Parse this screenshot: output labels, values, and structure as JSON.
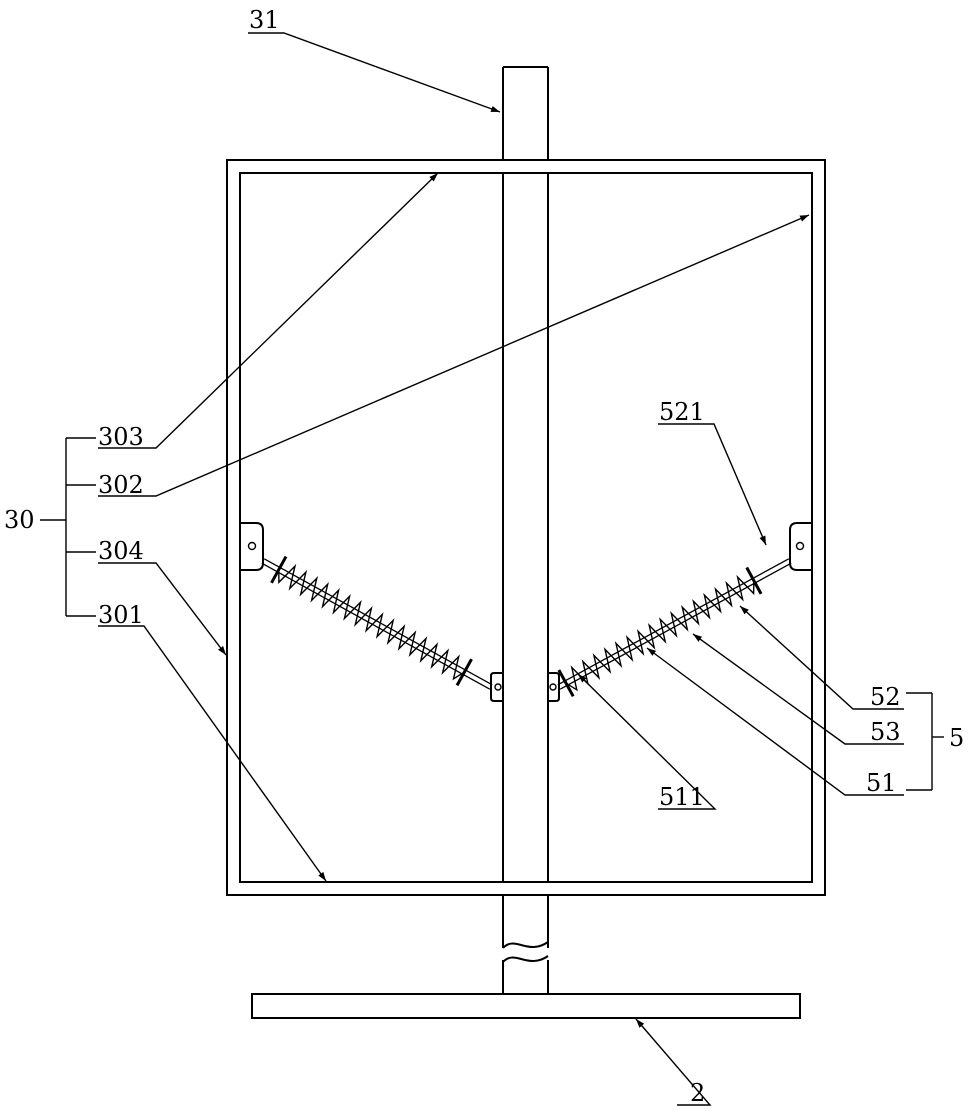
{
  "labels": {
    "shaft": "31",
    "frame_303": "303",
    "frame_302": "302",
    "frame_group": "30",
    "frame_304": "304",
    "frame_301": "301",
    "spring_521": "521",
    "spring_52": "52",
    "spring_53": "53",
    "spring_group": "5",
    "spring_51": "51",
    "spring_511": "511",
    "base": "2"
  },
  "colors": {
    "stroke": "#000000",
    "background": "#ffffff"
  }
}
